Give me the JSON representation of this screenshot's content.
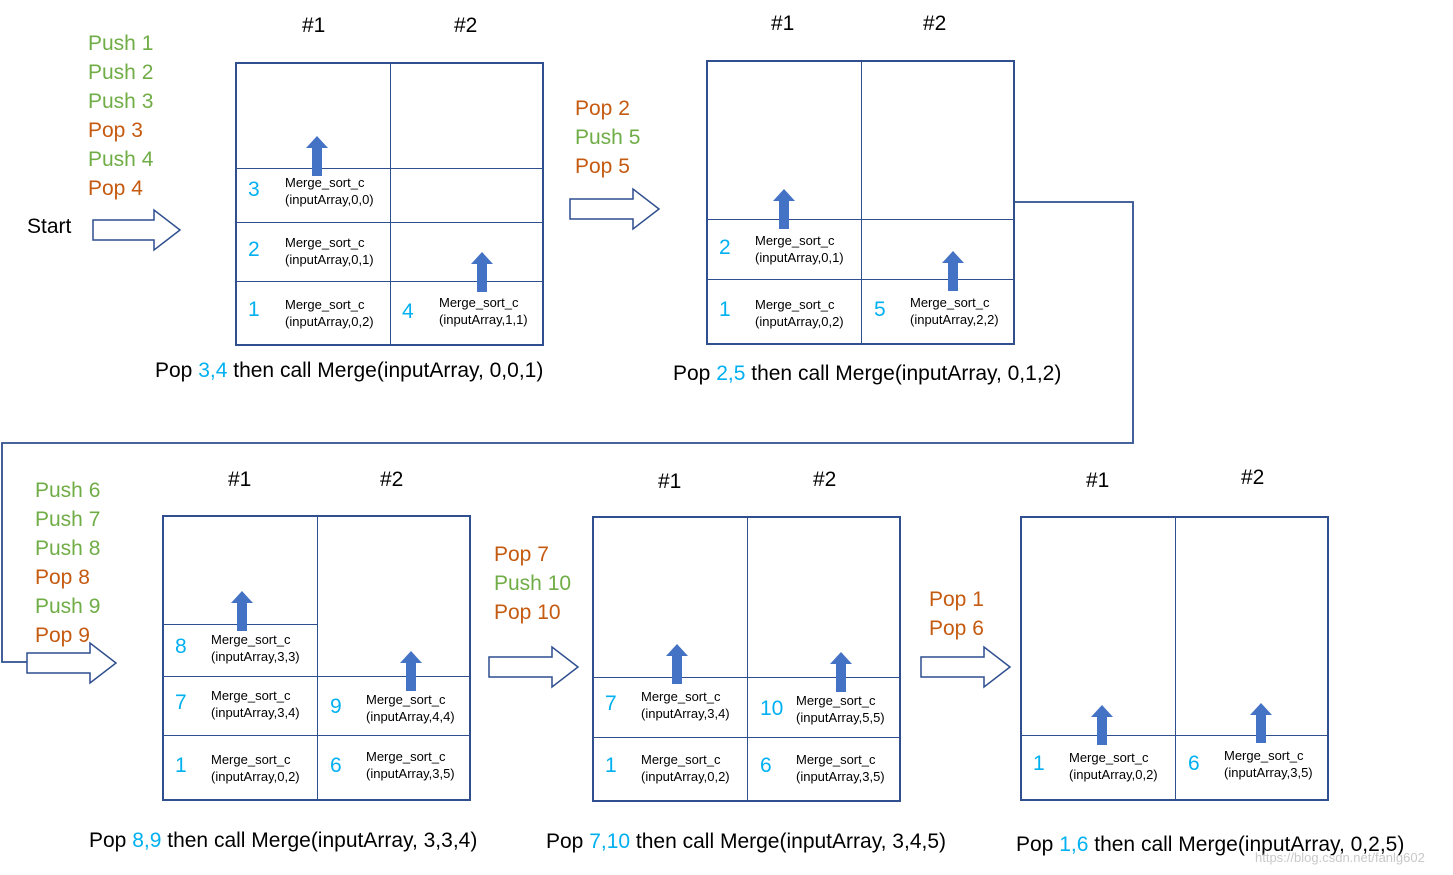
{
  "start_label": "Start",
  "column_headers": {
    "c1": "#1",
    "c2": "#2"
  },
  "call_name": "Merge_sort_c",
  "ops1": [
    "Push 1",
    "Push 2",
    "Push 3",
    "Pop 3",
    "Push 4",
    "Pop 4"
  ],
  "ops2": [
    "Pop 2",
    "Push 5",
    "Pop 5"
  ],
  "ops3": [
    "Push 6",
    "Push 7",
    "Push 8",
    "Pop 8",
    "Push 9",
    "Pop 9"
  ],
  "ops4": [
    "Pop 7",
    "Push 10",
    "Pop 10"
  ],
  "ops5": [
    "Pop 1",
    "Pop 6"
  ],
  "stacks": {
    "s1": {
      "c1": [
        {
          "n": "3",
          "args": "(inputArray,0,0)"
        },
        {
          "n": "2",
          "args": "(inputArray,0,1)"
        },
        {
          "n": "1",
          "args": "(inputArray,0,2)"
        }
      ],
      "c2": [
        {
          "n": "4",
          "args": "(inputArray,1,1)"
        }
      ]
    },
    "s2": {
      "c1": [
        {
          "n": "2",
          "args": "(inputArray,0,1)"
        },
        {
          "n": "1",
          "args": "(inputArray,0,2)"
        }
      ],
      "c2": [
        {
          "n": "5",
          "args": "(inputArray,2,2)"
        }
      ]
    },
    "s3": {
      "c1": [
        {
          "n": "8",
          "args": "(inputArray,3,3)"
        },
        {
          "n": "7",
          "args": "(inputArray,3,4)"
        },
        {
          "n": "1",
          "args": "(inputArray,0,2)"
        }
      ],
      "c2": [
        {
          "n": "9",
          "args": "(inputArray,4,4)"
        },
        {
          "n": "6",
          "args": "(inputArray,3,5)"
        }
      ]
    },
    "s4": {
      "c1": [
        {
          "n": "7",
          "args": "(inputArray,3,4)"
        },
        {
          "n": "1",
          "args": "(inputArray,0,2)"
        }
      ],
      "c2": [
        {
          "n": "10",
          "args": "(inputArray,5,5)"
        },
        {
          "n": "6",
          "args": "(inputArray,3,5)"
        }
      ]
    },
    "s5": {
      "c1": [
        {
          "n": "1",
          "args": "(inputArray,0,2)"
        }
      ],
      "c2": [
        {
          "n": "6",
          "args": "(inputArray,3,5)"
        }
      ]
    }
  },
  "captions": {
    "k1": {
      "pre": "Pop ",
      "nums": "3,4",
      "post": " then call Merge(inputArray, 0,0,1)"
    },
    "k2": {
      "pre": "Pop ",
      "nums": "2,5",
      "post": " then call Merge(inputArray, 0,1,2)"
    },
    "k3": {
      "pre": "Pop ",
      "nums": "8,9",
      "post": " then call Merge(inputArray, 3,3,4)"
    },
    "k4": {
      "pre": "Pop ",
      "nums": "7,10",
      "post": " then call Merge(inputArray, 3,4,5)"
    },
    "k5": {
      "pre": "Pop ",
      "nums": "1,6",
      "post": " then call Merge(inputArray, 0,2,5)"
    }
  },
  "watermark": "https://blog.csdn.net/fanlg602",
  "colors": {
    "push": "#70ad47",
    "pop": "#c55a11",
    "number": "#00b0f0",
    "box": "#2f4f8f",
    "arrow": "#4472c4"
  }
}
